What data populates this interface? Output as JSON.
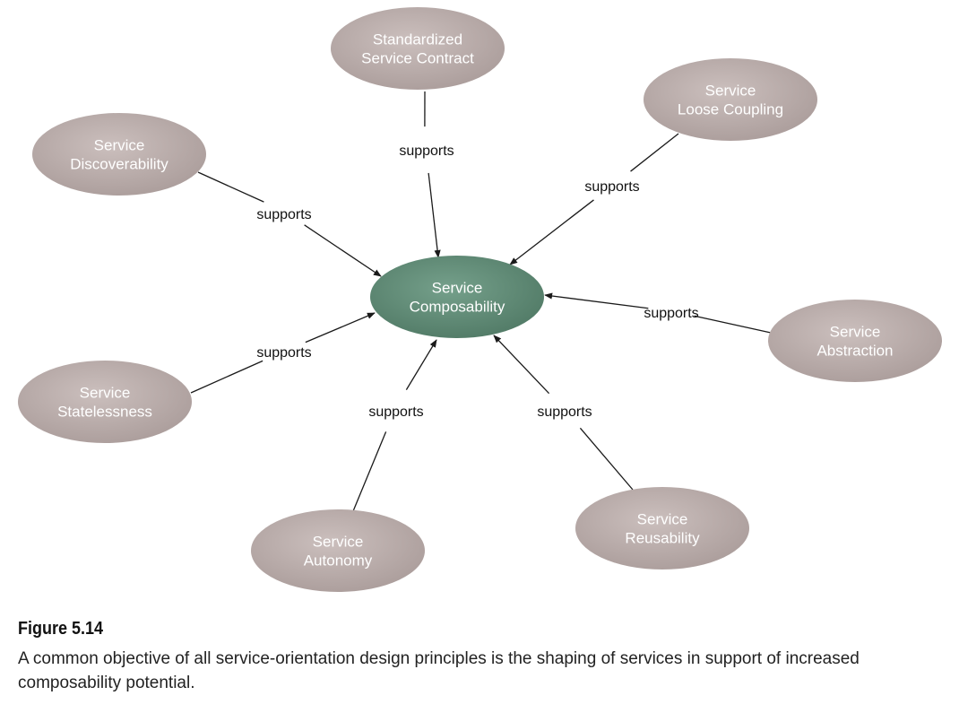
{
  "colors": {
    "satellite_fill": "#b5a8a6",
    "center_fill": "#5f8a76",
    "line": "#1a1a1a"
  },
  "center": {
    "id": "composability",
    "lines": [
      "Service",
      "Composability"
    ]
  },
  "nodes": [
    {
      "id": "standardized-service-contract",
      "lines": [
        "Standardized",
        "Service Contract"
      ]
    },
    {
      "id": "service-loose-coupling",
      "lines": [
        "Service",
        "Loose Coupling"
      ]
    },
    {
      "id": "service-discoverability",
      "lines": [
        "Service",
        "Discoverability"
      ]
    },
    {
      "id": "service-abstraction",
      "lines": [
        "Service",
        "Abstraction"
      ]
    },
    {
      "id": "service-statelessness",
      "lines": [
        "Service",
        "Statelessness"
      ]
    },
    {
      "id": "service-autonomy",
      "lines": [
        "Service",
        "Autonomy"
      ]
    },
    {
      "id": "service-reusability",
      "lines": [
        "Service",
        "Reusability"
      ]
    }
  ],
  "edges": [
    {
      "from": "standardized-service-contract",
      "to": "composability",
      "label": "supports"
    },
    {
      "from": "service-loose-coupling",
      "to": "composability",
      "label": "supports"
    },
    {
      "from": "service-discoverability",
      "to": "composability",
      "label": "supports"
    },
    {
      "from": "service-abstraction",
      "to": "composability",
      "label": "supports"
    },
    {
      "from": "service-statelessness",
      "to": "composability",
      "label": "supports"
    },
    {
      "from": "service-autonomy",
      "to": "composability",
      "label": "supports"
    },
    {
      "from": "service-reusability",
      "to": "composability",
      "label": "supports"
    }
  ],
  "caption": {
    "title": "Figure 5.14",
    "text": "A common objective of all service-orientation design principles is the shaping of services in support of increased composability potential."
  }
}
